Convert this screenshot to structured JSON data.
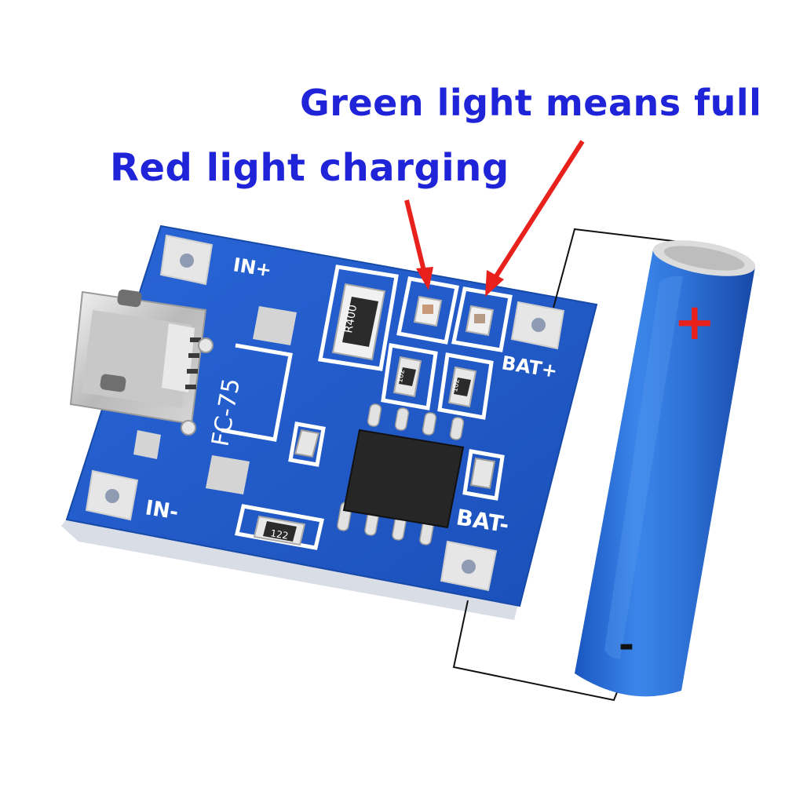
{
  "captions": {
    "green_light": "Green light means full",
    "red_light": "Red light charging"
  },
  "board": {
    "pad_in_plus": "IN+",
    "pad_in_minus": "IN-",
    "pad_bat_plus": "BAT+",
    "pad_bat_minus": "BAT-",
    "silkscreen": "FC-75",
    "resistor_r400": "R400",
    "resistor_122": "122",
    "resistor_102_a": "102",
    "resistor_102_b": "102"
  },
  "battery": {
    "plus_symbol": "+",
    "minus_symbol": "-"
  },
  "colors": {
    "caption": "#1f24d8",
    "arrow": "#e8211d",
    "pcb": "#1f58c9",
    "battery": "#2a6fd6",
    "battery_plus": "#e8211d",
    "wire": "#111111"
  }
}
